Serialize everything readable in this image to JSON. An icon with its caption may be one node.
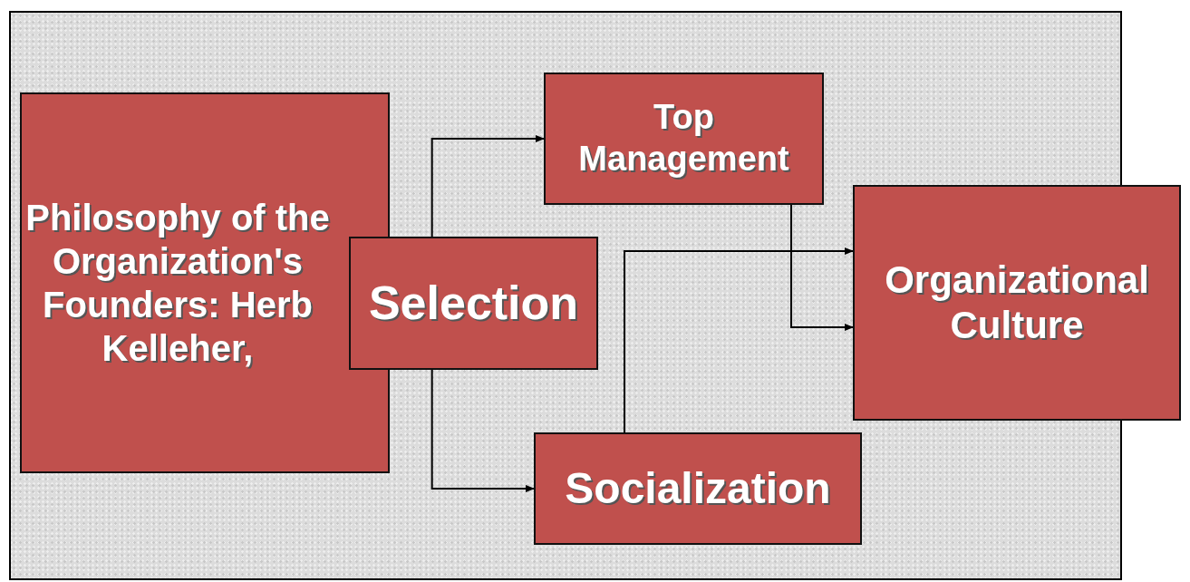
{
  "diagram": {
    "nodes": [
      {
        "text": [
          "Philosophy of the Organization's Founders: Herb Kelleher,"
        ]
      },
      {
        "text": [
          "Selection"
        ]
      },
      {
        "text": [
          "Top Management"
        ]
      },
      {
        "text": [
          "Socialization"
        ]
      },
      {
        "text": [
          "Organizational Culture"
        ]
      }
    ],
    "edges": [
      {
        "from": 1,
        "to": 2,
        "arrow": "to"
      },
      {
        "from": 1,
        "to": 3,
        "arrow": "to"
      },
      {
        "from": 2,
        "to": 4,
        "arrow": "to"
      },
      {
        "from": 3,
        "to": 4,
        "arrow": "to"
      }
    ]
  }
}
